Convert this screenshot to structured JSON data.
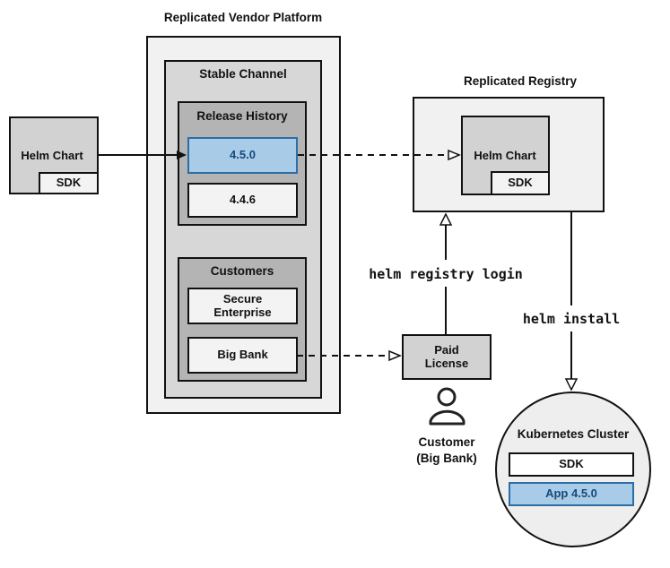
{
  "vendor_platform": {
    "title": "Replicated Vendor Platform"
  },
  "stable_channel": {
    "title": "Stable Channel"
  },
  "release_history": {
    "title": "Release History",
    "current_release": "4.5.0",
    "previous_release": "4.4.6"
  },
  "customers": {
    "title": "Customers",
    "enterprise": "Secure Enterprise",
    "bank": "Big Bank"
  },
  "vendor_chart": {
    "label": "Helm Chart",
    "sdk_label": "SDK"
  },
  "registry": {
    "title": "Replicated Registry",
    "chart_label": "Helm Chart",
    "sdk_label": "SDK"
  },
  "license": {
    "label": "Paid License"
  },
  "customer": {
    "name": "Customer",
    "detail": "(Big Bank)"
  },
  "cluster": {
    "title": "Kubernetes Cluster",
    "sdk_label": "SDK",
    "app_label": "App 4.5.0"
  },
  "commands": {
    "registry_login": "helm registry login",
    "install": "helm install"
  },
  "icons": {
    "customer_icon": "person-outline"
  },
  "colors": {
    "highlight_fill": "#a8cbe8",
    "highlight_border": "#2d6da5",
    "highlight_text": "#17497a",
    "box_border": "#111111",
    "container_light": "#f1f1f1",
    "container_mid": "#d7d7d7",
    "container_dark": "#b4b4b4",
    "surface_light": "#f3f3f3",
    "surface_gray": "#d2d2d2",
    "circle_fill": "#eeeeee"
  }
}
